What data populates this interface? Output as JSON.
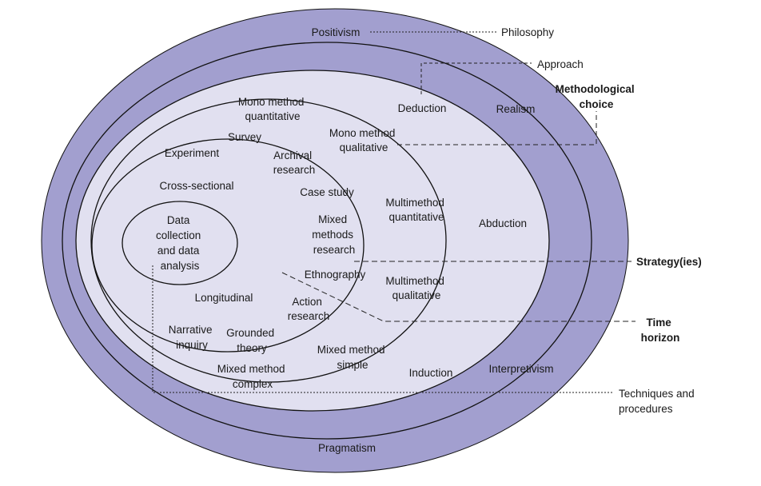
{
  "diagram": {
    "title": "",
    "layers": {
      "philosophy": {
        "positivism": "Positivism",
        "realism": "Realism",
        "interpretivism": "Interpretivism",
        "pragmatism": "Pragmatism"
      },
      "approach": {
        "deduction": "Deduction",
        "abduction": "Abduction",
        "induction": "Induction"
      },
      "methodological_choice": {
        "mono_quant_1": "Mono method",
        "mono_quant_2": "quantitative",
        "mono_qual_1": "Mono method",
        "mono_qual_2": "qualitative",
        "multi_quant_1": "Multimethod",
        "multi_quant_2": "quantitative",
        "multi_qual_1": "Multimethod",
        "multi_qual_2": "qualitative",
        "mixed_simple_1": "Mixed method",
        "mixed_simple_2": "simple",
        "mixed_complex_1": "Mixed method",
        "mixed_complex_2": "complex"
      },
      "strategies": {
        "survey": "Survey",
        "experiment": "Experiment",
        "archival_1": "Archival",
        "archival_2": "research",
        "case_study": "Case study",
        "mixed_methods_1": "Mixed",
        "mixed_methods_2": "methods",
        "mixed_methods_3": "research",
        "ethnography": "Ethnography",
        "action_1": "Action",
        "action_2": "research",
        "grounded_1": "Grounded",
        "grounded_2": "theory",
        "narrative_1": "Narrative",
        "narrative_2": "inquiry"
      },
      "time_horizon": {
        "cross_sectional": "Cross-sectional",
        "longitudinal": "Longitudinal"
      },
      "core": {
        "line1": "Data",
        "line2": "collection",
        "line3": "and data",
        "line4": "analysis"
      }
    },
    "callouts": {
      "philosophy": "Philosophy",
      "approach": "Approach",
      "methodological_choice_1": "Methodological",
      "methodological_choice_2": "choice",
      "strategies": "Strategy(ies)",
      "time_horizon_1": "Time",
      "time_horizon_2": "horizon",
      "techniques_1": "Techniques and",
      "techniques_2": "procedures"
    },
    "colors": {
      "outer_layer": "#a29fcf",
      "inner_layer": "#e1e0f0",
      "outline": "#111111"
    }
  }
}
